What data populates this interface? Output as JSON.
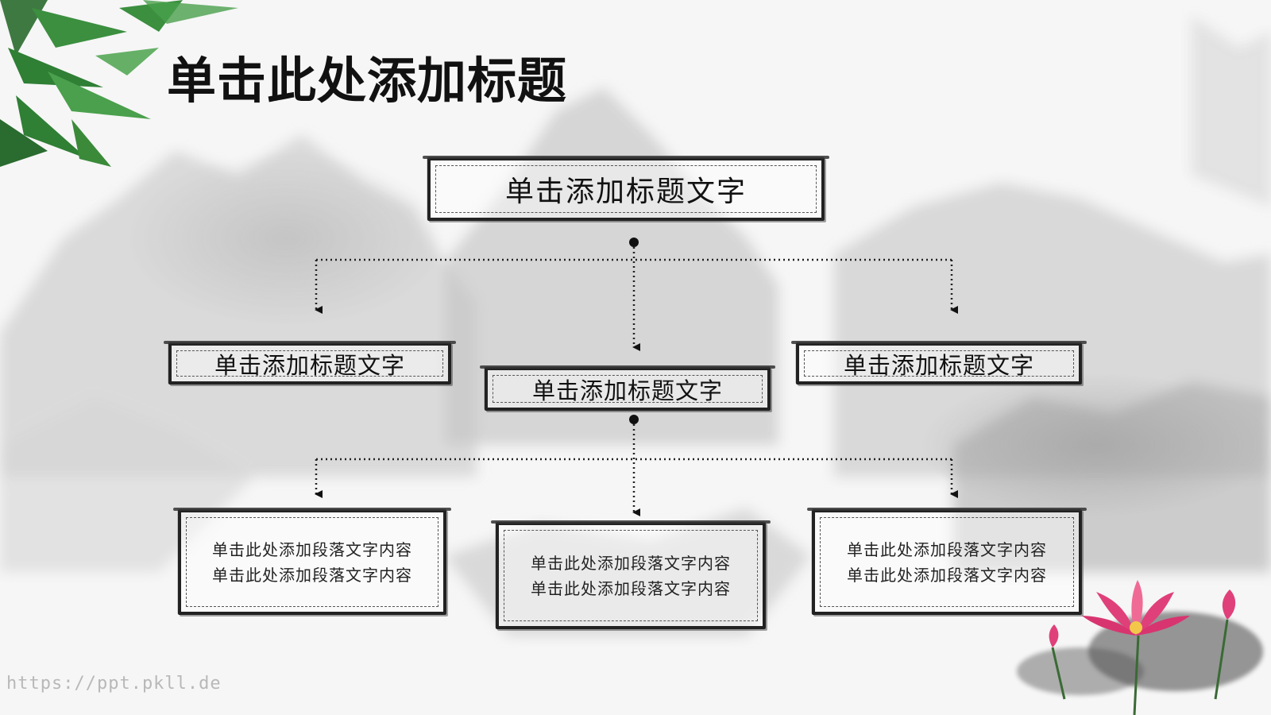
{
  "title": "单击此处添加标题",
  "diagram": {
    "root": {
      "label": "单击添加标题文字"
    },
    "level2": [
      {
        "label": "单击添加标题文字"
      },
      {
        "label": "单击添加标题文字"
      },
      {
        "label": "单击添加标题文字"
      }
    ],
    "level3": [
      {
        "line1": "单击此处添加段落文字内容",
        "line2": "单击此处添加段落文字内容"
      },
      {
        "line1": "单击此处添加段落文字内容",
        "line2": "单击此处添加段落文字内容"
      },
      {
        "line1": "单击此处添加段落文字内容",
        "line2": "单击此处添加段落文字内容"
      }
    ]
  },
  "watermark": "https://ppt.pkll.de",
  "colors": {
    "ink": "#111111",
    "bamboo": "#2f8a3a",
    "lotus": "#e0407a"
  }
}
